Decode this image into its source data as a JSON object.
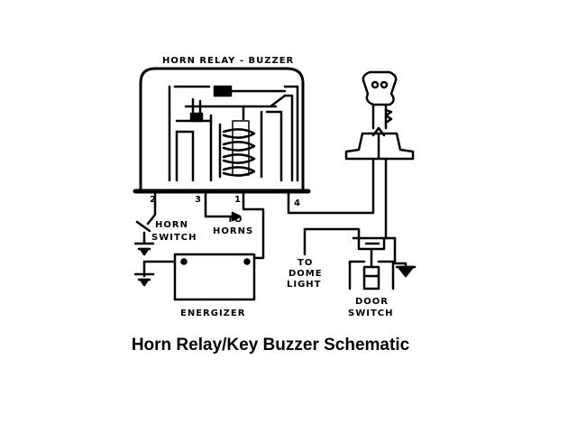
{
  "diagram": {
    "title": "HORN RELAY - BUZZER",
    "terminals": [
      "2",
      "3",
      "1",
      "4"
    ],
    "labels": {
      "horn_switch_1": "HORN",
      "horn_switch_2": "SWITCH",
      "to_horns_1": "TO",
      "to_horns_2": "HORNS",
      "to_dome_1": "TO",
      "to_dome_2": "DOME",
      "to_dome_3": "LIGHT",
      "door_switch_1": "DOOR",
      "door_switch_2": "SWITCH",
      "energizer": "ENERGIZER"
    }
  },
  "caption": "Horn Relay/Key Buzzer Schematic"
}
